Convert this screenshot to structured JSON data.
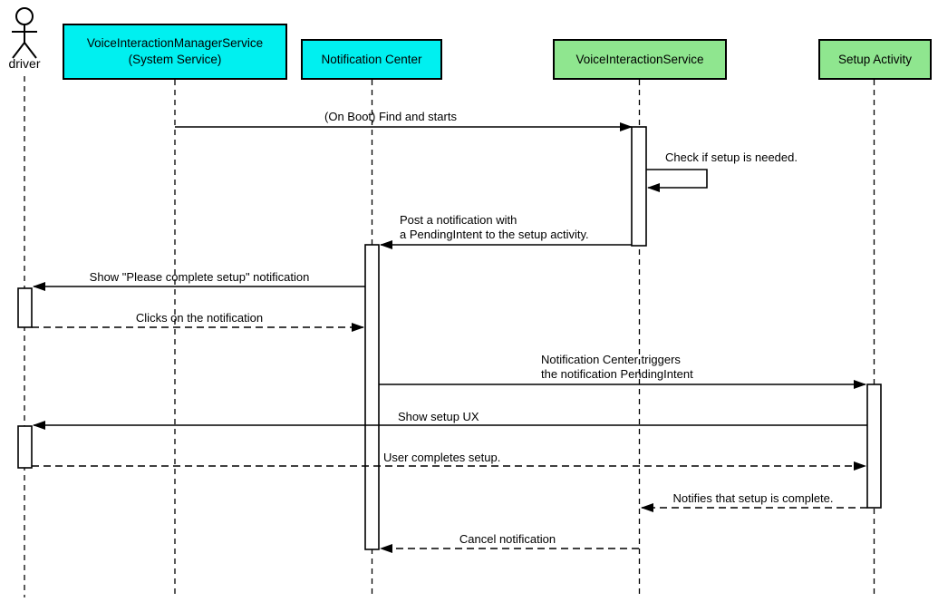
{
  "participants": [
    {
      "id": "driver",
      "type": "actor",
      "label": "driver"
    },
    {
      "id": "vims",
      "type": "service",
      "label": "VoiceInteractionManagerService\n(System Service)",
      "color": "#00F0F0"
    },
    {
      "id": "nc",
      "type": "service",
      "label": "Notification Center",
      "color": "#00F0F0"
    },
    {
      "id": "vis",
      "type": "service",
      "label": "VoiceInteractionService",
      "color": "#8FE68F"
    },
    {
      "id": "sa",
      "type": "service",
      "label": "Setup Activity",
      "color": "#8FE68F"
    }
  ],
  "messages": [
    {
      "from": "vims",
      "to": "vis",
      "style": "solid",
      "label": "(On Boot) Find and starts"
    },
    {
      "from": "vis",
      "to": "vis",
      "style": "solid-self",
      "label": "Check if setup is needed."
    },
    {
      "from": "vis",
      "to": "nc",
      "style": "solid",
      "label": "Post a notification with\na PendingIntent to the setup activity."
    },
    {
      "from": "nc",
      "to": "driver",
      "style": "solid",
      "label": "Show \"Please complete setup\" notification"
    },
    {
      "from": "driver",
      "to": "nc",
      "style": "dashed",
      "label": "Clicks on the notification"
    },
    {
      "from": "nc",
      "to": "sa",
      "style": "solid",
      "label": "Notification Center triggers\nthe notification PendingIntent"
    },
    {
      "from": "sa",
      "to": "driver",
      "style": "solid",
      "label": "Show setup UX"
    },
    {
      "from": "driver",
      "to": "sa",
      "style": "dashed",
      "label": "User completes setup."
    },
    {
      "from": "sa",
      "to": "vis",
      "style": "dashed",
      "label": "Notifies that setup is complete."
    },
    {
      "from": "vis",
      "to": "nc",
      "style": "dashed",
      "label": "Cancel notification"
    }
  ],
  "colors": {
    "participant_cyan": "#00F0F0",
    "participant_green": "#8FE68F",
    "line": "#000000",
    "background": "#FFFFFF"
  }
}
